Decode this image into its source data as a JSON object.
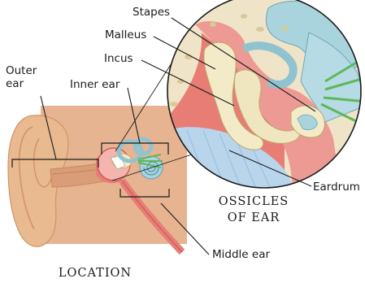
{
  "labels": {
    "stapes": "Stapes",
    "malleus": "Malleus",
    "incus": "Incus",
    "outer_ear_line1": "Outer",
    "outer_ear_line2": "ear",
    "inner_ear": "Inner ear",
    "eardrum": "Eardrum",
    "middle_ear": "Middle ear"
  },
  "captions": {
    "ossicles_line1": "OSSICLES",
    "ossicles_line2": "OF EAR",
    "location": "LOCATION"
  },
  "colors": {
    "skin": "#e9b98f",
    "skin_dark": "#cf9468",
    "bone": "#f3ebc8",
    "canal_red": "#e87d76",
    "cochlea_blue": "#a9d3dd",
    "eardrum_blue": "#b9d5ec",
    "nerve_green": "#5cb85c",
    "box_fill": "#e6b491"
  }
}
